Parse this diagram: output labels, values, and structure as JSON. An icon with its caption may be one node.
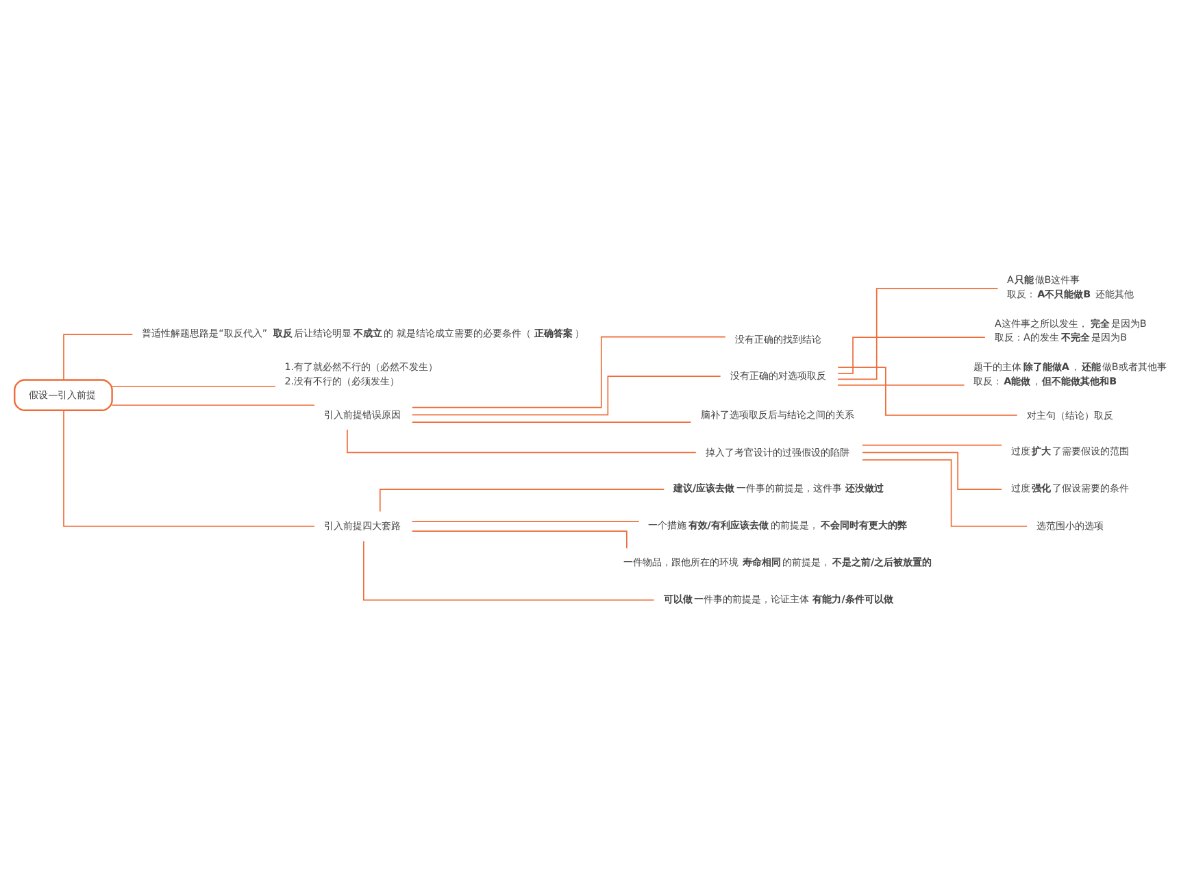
{
  "diagram": {
    "nodes": [
      {
        "text": [
          "假设—引入前提"
        ]
      },
      {
        "text": [
          "普适性解题思路是“取反代入” **取反**后让结论明显**不成立**的 就是结论成立需要的必要条件（**正确答案**）"
        ]
      },
      {
        "text": [
          "1.有了就必然不行的（必然不发生）",
          "2.没有不行的（必须发生）"
        ]
      },
      {
        "text": [
          "引入前提错误原因"
        ]
      },
      {
        "text": [
          "没有正确的找到结论"
        ]
      },
      {
        "text": [
          "没有正确的对选项取反"
        ]
      },
      {
        "text": [
          "A**只能**做B这件事",
          "取反：**A不只能做B** 还能其他"
        ]
      },
      {
        "text": [
          "A这件事之所以发生，**完全**是因为B",
          "取反：A的发生**不完全**是因为B"
        ]
      },
      {
        "text": [
          "题干的主体**除了能做A**，**还能**做B或者其他事",
          "取反：**A能做**，**但不能做其他和B**"
        ]
      },
      {
        "text": [
          "对主句（结论）取反"
        ]
      },
      {
        "text": [
          "脑补了选项取反后与结论之间的关系"
        ]
      },
      {
        "text": [
          "掉入了考官设计的过强假设的陷阱"
        ]
      },
      {
        "text": [
          "过度**扩大**了需要假设的范围"
        ]
      },
      {
        "text": [
          "过度**强化**了假设需要的条件"
        ]
      },
      {
        "text": [
          "选范围小的选项"
        ]
      },
      {
        "text": [
          "引入前提四大套路"
        ]
      },
      {
        "text": [
          "**建议/应该去做**一件事的前提是，这件事**还没做过**"
        ]
      },
      {
        "text": [
          "一个措施**有效/有利应该去做**的前提是，**不会同时有更大的弊**"
        ]
      },
      {
        "text": [
          "一件物品，跟他所在的环境**寿命相同**的前提是，**不是之前/之后被放置的**"
        ]
      },
      {
        "text": [
          "**可以做**一件事的前提是，论证主体**有能力/条件可以做**"
        ]
      }
    ],
    "edges": [
      {
        "from": 0,
        "to": 1,
        "arrow": "none"
      },
      {
        "from": 0,
        "to": 2,
        "arrow": "none"
      },
      {
        "from": 0,
        "to": 3,
        "arrow": "none"
      },
      {
        "from": 0,
        "to": 15,
        "arrow": "none"
      },
      {
        "from": 3,
        "to": 4,
        "arrow": "none"
      },
      {
        "from": 3,
        "to": 5,
        "arrow": "none"
      },
      {
        "from": 3,
        "to": 10,
        "arrow": "none"
      },
      {
        "from": 3,
        "to": 11,
        "arrow": "none"
      },
      {
        "from": 5,
        "to": 6,
        "arrow": "none"
      },
      {
        "from": 5,
        "to": 7,
        "arrow": "none"
      },
      {
        "from": 5,
        "to": 8,
        "arrow": "none"
      },
      {
        "from": 5,
        "to": 9,
        "arrow": "none"
      },
      {
        "from": 11,
        "to": 12,
        "arrow": "none"
      },
      {
        "from": 11,
        "to": 13,
        "arrow": "none"
      },
      {
        "from": 11,
        "to": 14,
        "arrow": "none"
      },
      {
        "from": 15,
        "to": 16,
        "arrow": "none"
      },
      {
        "from": 15,
        "to": 17,
        "arrow": "none"
      },
      {
        "from": 15,
        "to": 18,
        "arrow": "none"
      },
      {
        "from": 15,
        "to": 19,
        "arrow": "none"
      }
    ]
  }
}
